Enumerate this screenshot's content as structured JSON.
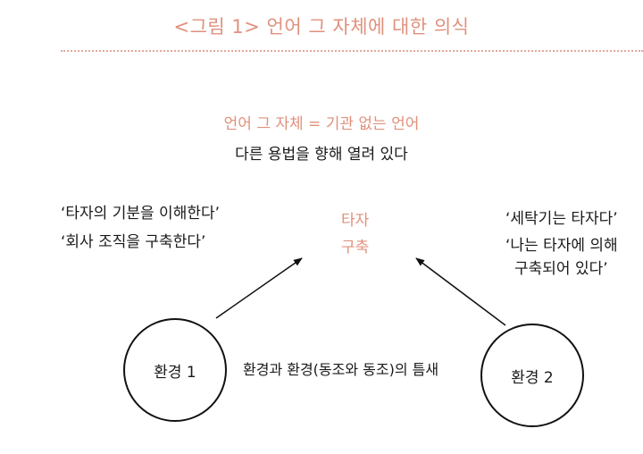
{
  "title": "<그림 1> 언어 그 자체에 대한 의식",
  "center": {
    "line1": "언어 그 자체 = 기관 없는 언어",
    "line2": "다른 용법을 향해 열려 있다",
    "mid1": "타자",
    "mid2": "구축"
  },
  "left_quotes": [
    "‘타자의 기분을 이해한다’",
    "‘회사 조직을 구축한다’"
  ],
  "right_quotes": [
    "‘세탁기는 타자다’",
    "‘나는 타자에 의해",
    "구축되어 있다’"
  ],
  "circles": {
    "left": "환경 1",
    "right": "환경 2"
  },
  "gap_label": "환경과 환경(동조와 동조)의 틈새",
  "colors": {
    "accent": "#e0917d",
    "line": "#111111"
  }
}
